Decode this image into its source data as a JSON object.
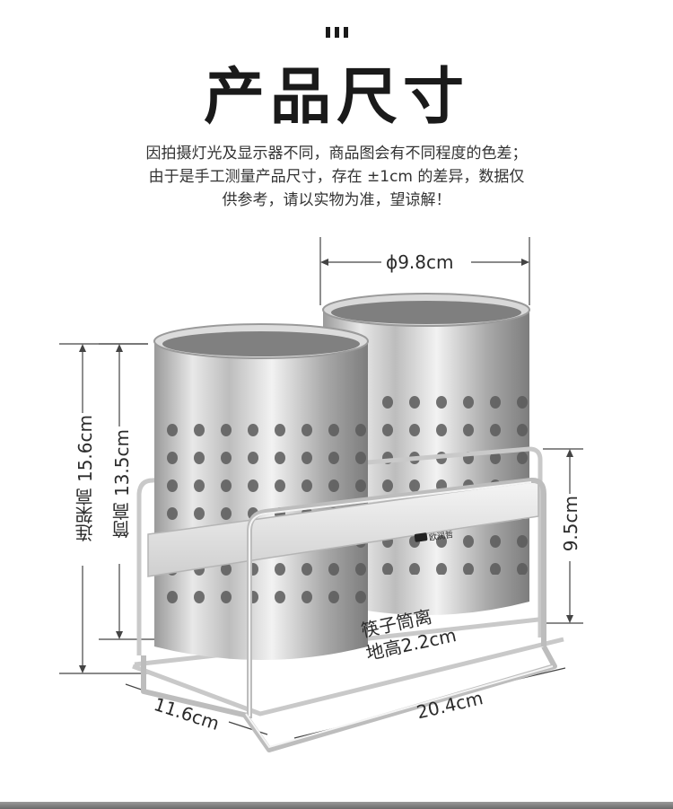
{
  "title": "产品尺寸",
  "description": {
    "line1": "因拍摄灯光及显示器不同，商品图会有不同程度的色差；",
    "line2": "由于是手工测量产品尺寸，存在 ±1cm 的差异，数据仅",
    "line3": "供参考，请以实物为准，望谅解！"
  },
  "dimensions": {
    "diameter": "ϕ9.8cm",
    "rack_height": "连架高 15.6cm",
    "cup_height": "筒高 13.5cm",
    "side_height": "9.5cm",
    "ground_clearance_line1": "筷子筒离",
    "ground_clearance_line2": "地高2.2cm",
    "depth": "11.6cm",
    "width": "20.4cm"
  },
  "brand": {
    "label": "欧润哲"
  },
  "colors": {
    "title": "#1a1a1a",
    "text": "#333333",
    "steel_light": "#eeeeee",
    "steel_dark": "#8a8a8a"
  }
}
